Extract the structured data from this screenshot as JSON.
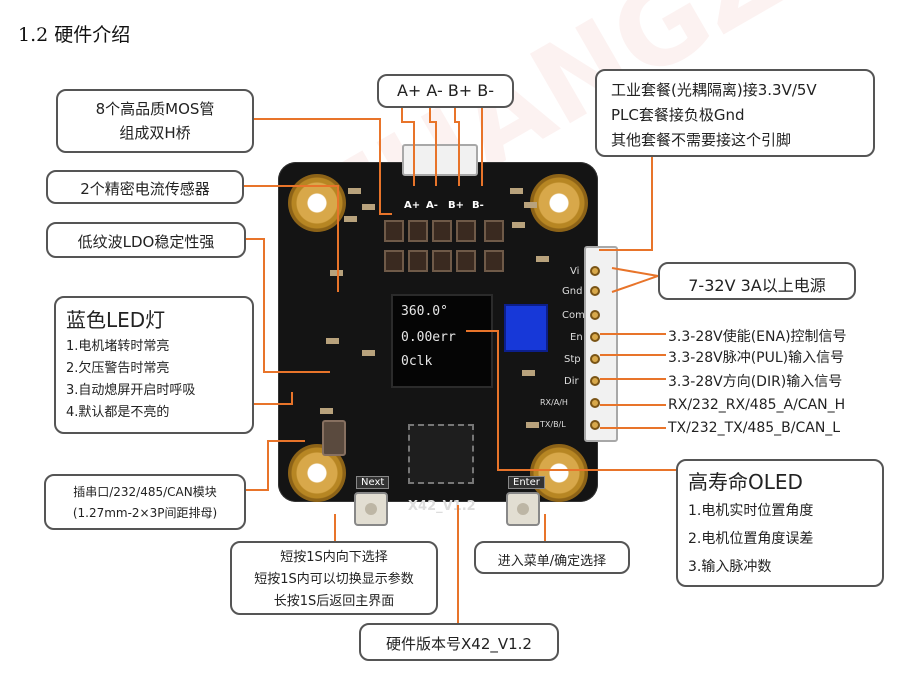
{
  "section_title": "1.2 硬件介绍",
  "watermark": "ZHANGZ",
  "callouts": {
    "mos": [
      "8个高品质MOS管",
      "组成双H桥"
    ],
    "phase": "A+ A- B+ B-",
    "current_sensor": "2个精密电流传感器",
    "ldo": "低纹波LDO稳定性强",
    "led_title": "蓝色LED灯",
    "led_items": [
      "1.电机堵转时常亮",
      "2.欠压警告时常亮",
      "3.自动熄屏开启时呼吸",
      "4.默认都是不亮的"
    ],
    "serial": [
      "插串口/232/485/CAN模块",
      "(1.27mm-2×3P间距排母)"
    ],
    "next": [
      "短按1S内向下选择",
      "短按1S内可以切换显示参数",
      "长按1S后返回主界面"
    ],
    "enter": "进入菜单/确定选择",
    "version": "硬件版本号X42_V1.2",
    "industrial": [
      "工业套餐(光耦隔离)接3.3V/5V",
      "PLC套餐接负极Gnd",
      "其他套餐不需要接这个引脚"
    ],
    "power": "7-32V 3A以上电源",
    "signals": [
      "3.3-28V使能(ENA)控制信号",
      "3.3-28V脉冲(PUL)输入信号",
      "3.3-28V方向(DIR)输入信号",
      "RX/232_RX/485_A/CAN_H",
      "TX/232_TX/485_B/CAN_L"
    ],
    "oled_title": "高寿命OLED",
    "oled_items": [
      "1.电机实时位置角度",
      "2.电机位置角度误差",
      "3.输入脉冲数"
    ]
  },
  "board": {
    "pin_labels": [
      "A+",
      "A-",
      "B+",
      "B-"
    ],
    "oled_lines": [
      "360.0°",
      "0.00err",
      "0clk"
    ],
    "next_label": "Next",
    "enter_label": "Enter",
    "board_version": "X42_V1.2",
    "right_pins": [
      "Vi",
      "Gnd",
      "Com",
      "En",
      "Stp",
      "Dir",
      "RX/A/H",
      "TX/B/L"
    ]
  },
  "colors": {
    "accent_line": "#e8742a",
    "board": "#141414",
    "oled_button": "#1738d8"
  }
}
